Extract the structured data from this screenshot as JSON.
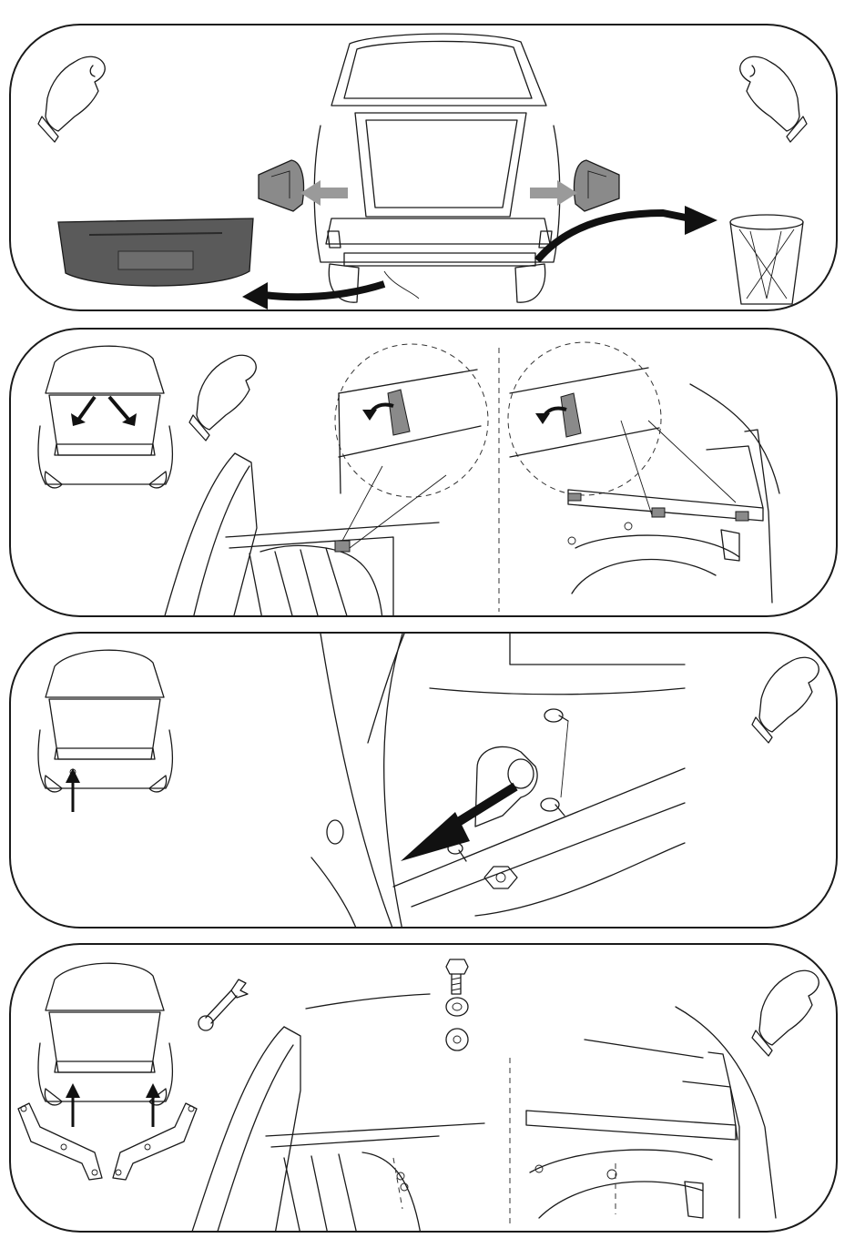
{
  "document": {
    "type": "installation-instructions",
    "steps": [
      {
        "id": "step-1",
        "content": "remove-bumper-taillights"
      },
      {
        "id": "step-2",
        "content": "remove-trunk-trim-clips"
      },
      {
        "id": "step-3",
        "content": "fit-bracket-to-chassis-studs"
      },
      {
        "id": "step-4",
        "content": "bolt-side-brackets"
      }
    ]
  },
  "icons": [
    "gloved-hand-icon",
    "arrow-icon",
    "waste-bin-icon",
    "wrench-icon",
    "bolt-icon",
    "washer-icon",
    "nut-icon"
  ],
  "colors": {
    "line": "#1a1a1a",
    "bumper": "#5a5a5a",
    "taillight": "#8a8a8a",
    "arrow-grey": "#9a9a9a",
    "arrow-black": "#111111"
  }
}
